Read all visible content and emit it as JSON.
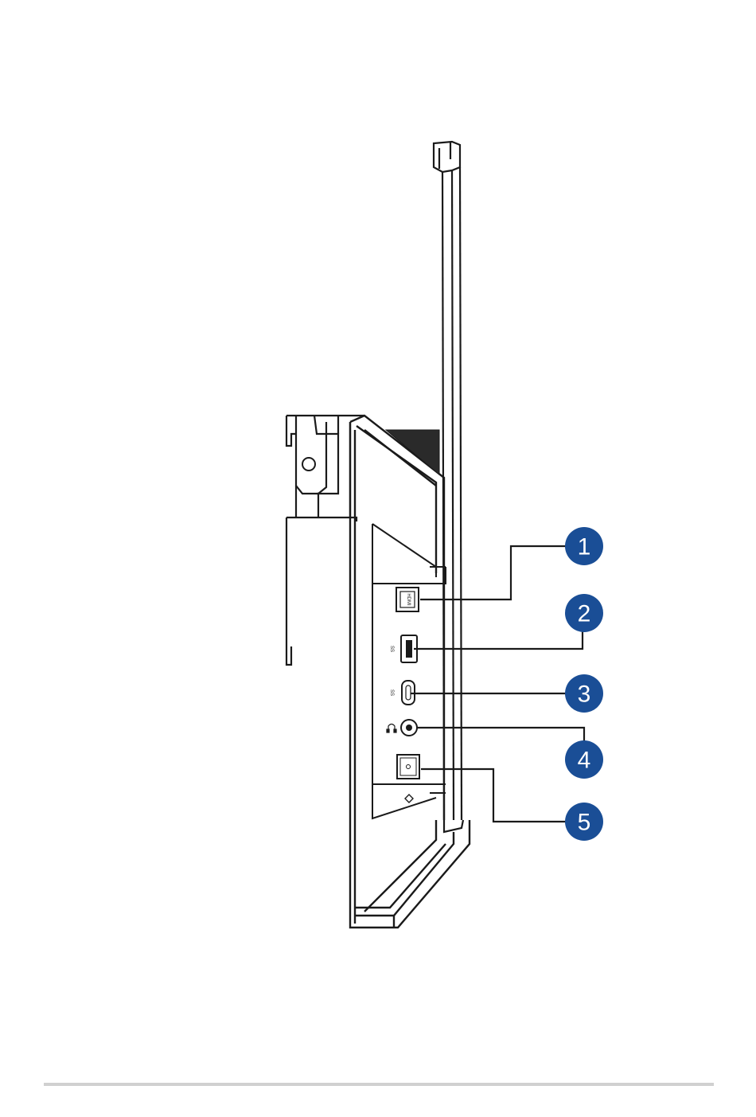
{
  "colors": {
    "callout_fill": "#1a4e96",
    "line": "#1a1a1a",
    "footer_rule": "#d0d0d0"
  },
  "ports": {
    "hdmi": {
      "label": "HDMI",
      "icon": "hdmi-port-icon"
    },
    "usb_a": {
      "label": "SS",
      "icon": "usb-a-port-icon"
    },
    "usb_c": {
      "label": "SS",
      "icon": "usb-c-port-icon"
    },
    "audio": {
      "icon": "headphone-icon"
    },
    "power": {
      "icon": "power-icon"
    },
    "led": {
      "icon": "power-led-icon"
    }
  },
  "callouts": [
    {
      "number": "1"
    },
    {
      "number": "2"
    },
    {
      "number": "3"
    },
    {
      "number": "4"
    },
    {
      "number": "5"
    }
  ]
}
